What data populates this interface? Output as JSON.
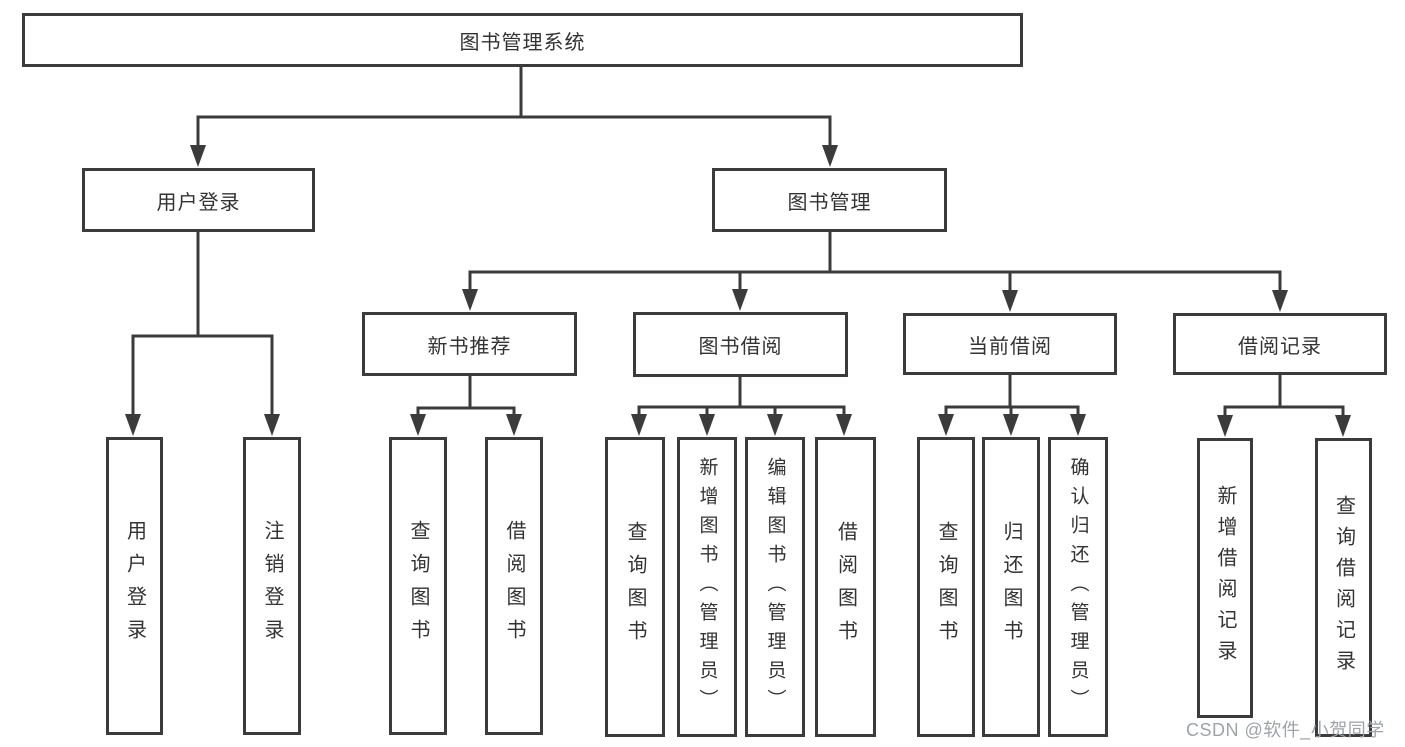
{
  "diagram_title": "图书管理系统",
  "tree": {
    "label": "图书管理系统",
    "children": [
      {
        "label": "用户登录",
        "children": [
          {
            "label": "用户登录"
          },
          {
            "label": "注销登录"
          }
        ]
      },
      {
        "label": "图书管理",
        "children": [
          {
            "label": "新书推荐",
            "children": [
              {
                "label": "查询图书"
              },
              {
                "label": "借阅图书"
              }
            ]
          },
          {
            "label": "图书借阅",
            "children": [
              {
                "label": "查询图书"
              },
              {
                "label": "新增图书（管理员）"
              },
              {
                "label": "编辑图书（管理员）"
              },
              {
                "label": "借阅图书"
              }
            ]
          },
          {
            "label": "当前借阅",
            "children": [
              {
                "label": "查询图书"
              },
              {
                "label": "归还图书"
              },
              {
                "label": "确认归还（管理员）"
              }
            ]
          },
          {
            "label": "借阅记录",
            "children": [
              {
                "label": "新增借阅记录"
              },
              {
                "label": "查询借阅记录"
              }
            ]
          }
        ]
      }
    ]
  },
  "watermark": {
    "text": "CSDN @软件_小贺同学"
  },
  "colors": {
    "line": "#3b3b3b",
    "box_border": "#3b3b3b",
    "text": "#333333",
    "watermark": "#9ea3a8",
    "background": "#ffffff"
  }
}
